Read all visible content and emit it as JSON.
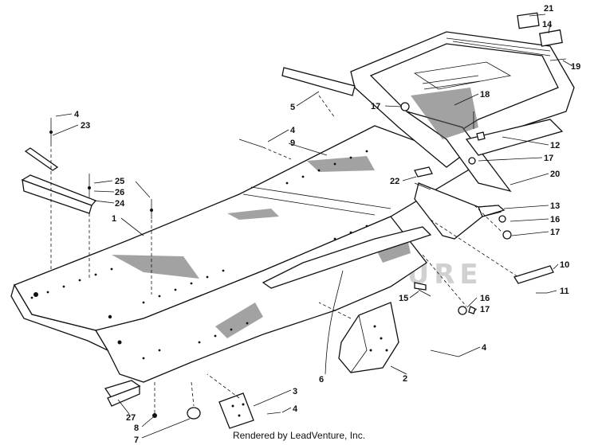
{
  "watermark": "LEADVENTURE",
  "footer": "Rendered by LeadVenture, Inc.",
  "callouts": [
    "1",
    "2",
    "3",
    "4",
    "4",
    "4",
    "4",
    "5",
    "6",
    "7",
    "8",
    "9",
    "10",
    "11",
    "12",
    "13",
    "14",
    "15",
    "16",
    "16",
    "17",
    "17",
    "17",
    "17",
    "18",
    "19",
    "20",
    "21",
    "22",
    "23",
    "24",
    "25",
    "26",
    "27"
  ]
}
